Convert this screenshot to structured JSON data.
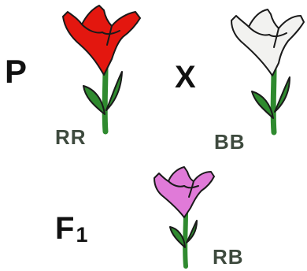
{
  "generations": {
    "parent_label": "P",
    "cross_symbol": "X",
    "f1_label": "F",
    "f1_subscript": "1"
  },
  "flowers": [
    {
      "genotype": "RR",
      "color_name": "red",
      "petal_color": "#e3170f"
    },
    {
      "genotype": "BB",
      "color_name": "white",
      "petal_color": "#f2f2f0"
    },
    {
      "genotype": "RB",
      "color_name": "pink",
      "petal_color": "#e07ad8"
    }
  ],
  "colors": {
    "stem": "#2f8a2f",
    "outline": "#1a1a1a",
    "genotype_text": "#3e4a3e"
  }
}
